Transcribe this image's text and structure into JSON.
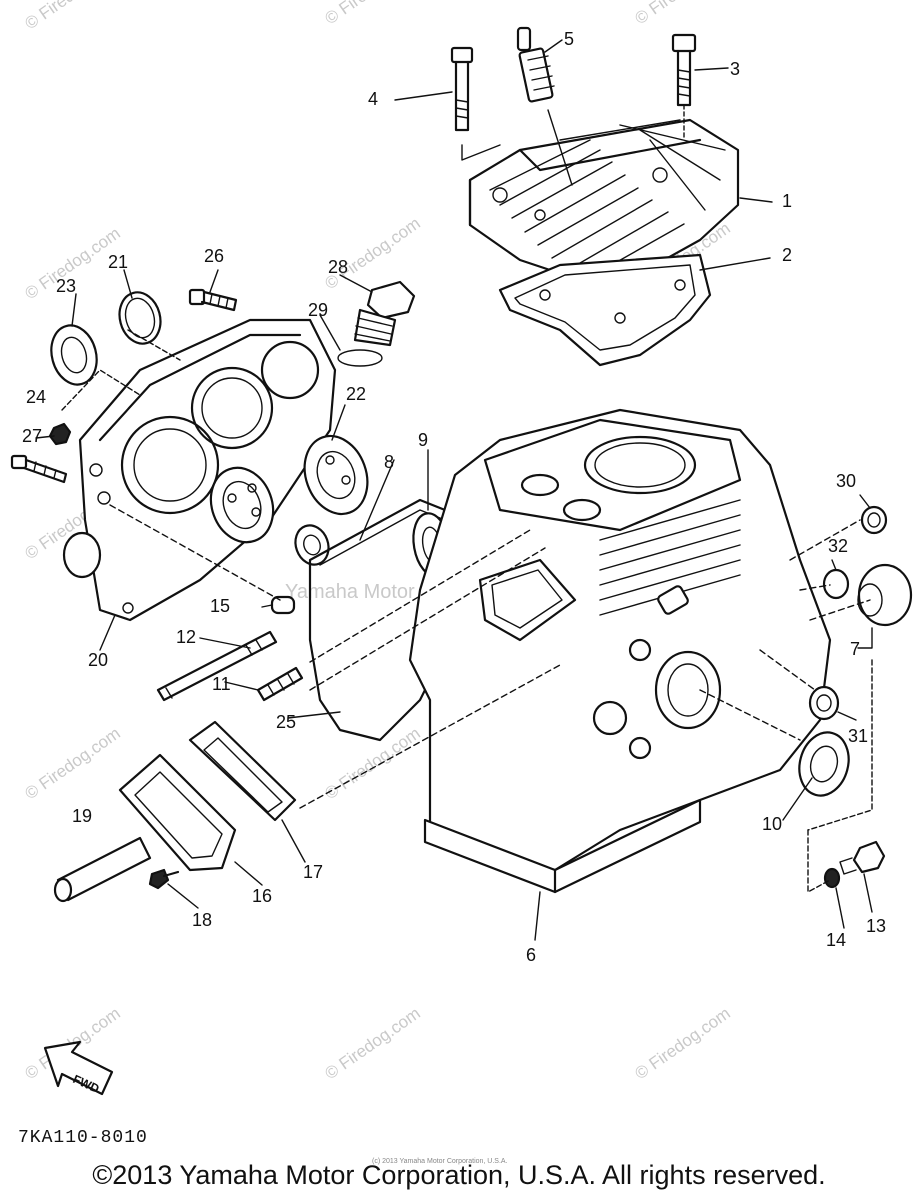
{
  "watermark": {
    "text": "© Firedog.com",
    "center_text": "Yamaha Motor Corporation, U.S.A."
  },
  "diagram_code": "7KA110-8010",
  "tiny_copyright": "(c) 2013 Yamaha Motor Corporation, U.S.A.",
  "fwd_label": "FWD",
  "copyright": "©2013 Yamaha Motor Corporation, U.S.A. All rights reserved.",
  "callouts": {
    "c1": "1",
    "c2": "2",
    "c3": "3",
    "c4": "4",
    "c5": "5",
    "c6": "6",
    "c7": "7",
    "c8": "8",
    "c9": "9",
    "c10": "10",
    "c11": "11",
    "c12": "12",
    "c13": "13",
    "c14": "14",
    "c15": "15",
    "c16": "16",
    "c17": "17",
    "c18": "18",
    "c19": "19",
    "c20": "20",
    "c21": "21",
    "c22": "22",
    "c23": "23",
    "c24": "24",
    "c25": "25",
    "c26": "26",
    "c27": "27",
    "c28": "28",
    "c29": "29",
    "c30": "30",
    "c31": "31",
    "c32": "32"
  }
}
